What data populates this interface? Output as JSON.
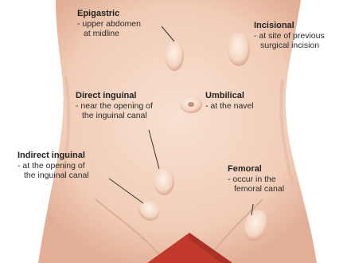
{
  "labels": {
    "epigastric": {
      "title": "Epigastric",
      "lines": [
        "- upper abdomen",
        "at midline"
      ]
    },
    "incisional": {
      "title": "Incisional",
      "lines": [
        "- at site of previous",
        "surgical incision"
      ]
    },
    "direct_inguinal": {
      "title": "Direct inguinal",
      "lines": [
        "- near the opening of",
        "the inguinal canal"
      ]
    },
    "umbilical": {
      "title": "Umbilical",
      "lines": [
        "- at the navel"
      ]
    },
    "indirect_inguinal": {
      "title": "Indirect inguinal",
      "lines": [
        "- at the opening of",
        "the inguinal canal"
      ]
    },
    "femoral": {
      "title": "Femoral",
      "lines": [
        "- occur in the",
        "femoral canal"
      ]
    }
  },
  "colors": {
    "skin": "#f3d3c0",
    "skin_shadow": "#e4b49d",
    "bulge": "#f9e2d3",
    "leader": "#333333",
    "underwear": "#c0392b"
  }
}
